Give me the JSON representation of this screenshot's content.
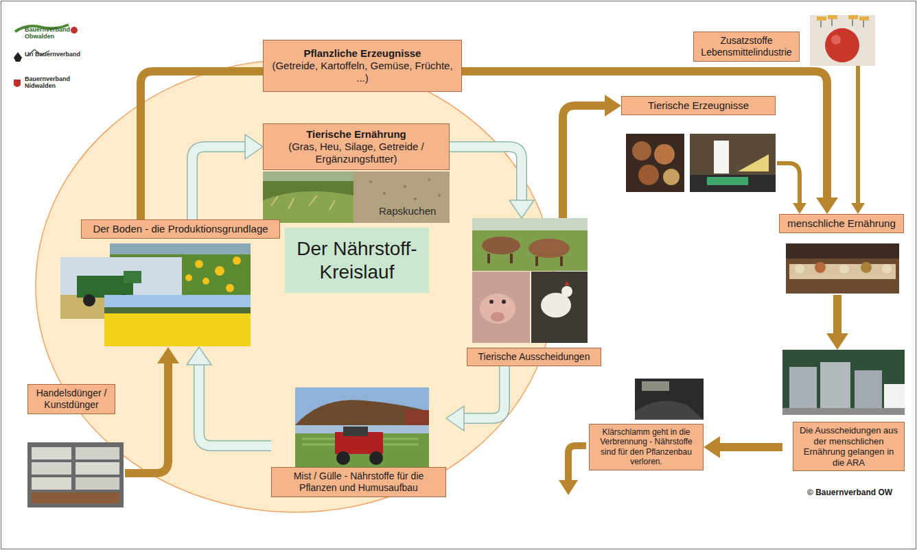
{
  "diagram": {
    "nodes": [
      {
        "text": [
          "Pflanzliche Erzeugnisse",
          "(Getreide, Kartoffeln, Gemüse, Früchte, ...)"
        ]
      },
      {
        "text": [
          "Tierische Ernährung",
          "(Gras, Heu, Silage, Getreide / Ergänzungsfutter)"
        ]
      },
      {
        "text": [
          "Der Boden - die Produktionsgrundlage"
        ]
      },
      {
        "text": [
          "Der Nährstoff- Kreislauf"
        ]
      },
      {
        "text": [
          "Tierische Ausscheidungen"
        ]
      },
      {
        "text": [
          "Mist / Gülle - Nährstoffe für die Pflanzen und Humusaufbau"
        ]
      },
      {
        "text": [
          "Handelsdünger / Kunstdünger"
        ]
      },
      {
        "text": [
          "Tierische Erzeugnisse"
        ]
      },
      {
        "text": [
          "Zusatzstoffe Lebensmittelindustrie"
        ]
      },
      {
        "text": [
          "menschliche Ernährung"
        ]
      },
      {
        "text": [
          "Die Ausscheidungen aus der menschlichen Ernährung gelangen in die ARA"
        ]
      },
      {
        "text": [
          "Klärschlamm geht in die Verbrennung - Nährstoffe sind für den Pflanzenbau verloren."
        ]
      }
    ],
    "edges": [
      {
        "from": 2,
        "to": 0,
        "arrow": "none"
      },
      {
        "from": 0,
        "to": 9,
        "arrow": "to"
      },
      {
        "from": 2,
        "to": 1,
        "arrow": "to"
      },
      {
        "from": 1,
        "to": 4,
        "arrow": "to"
      },
      {
        "from": 4,
        "to": 7,
        "arrow": "to"
      },
      {
        "from": 4,
        "to": 5,
        "arrow": "to"
      },
      {
        "from": 5,
        "to": 2,
        "arrow": "to"
      },
      {
        "from": 6,
        "to": 2,
        "arrow": "to"
      },
      {
        "from": 7,
        "to": 9,
        "arrow": "to"
      },
      {
        "from": 8,
        "to": 9,
        "arrow": "to"
      },
      {
        "from": 9,
        "to": 10,
        "arrow": "to"
      },
      {
        "from": 10,
        "to": 11,
        "arrow": "to"
      }
    ],
    "labels": [
      "Bauernverband Obwalden",
      "Uri Bauernverband",
      "Bauernverband Nidwalden",
      "Rapskuchen",
      "© Bauernverband OW"
    ]
  }
}
